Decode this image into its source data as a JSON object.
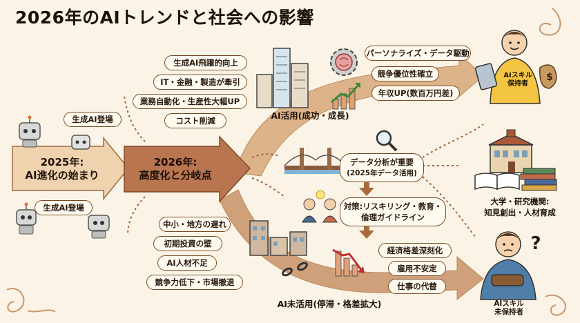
{
  "title": "2026年のAIトレンドと社会への影響",
  "arrow_2025": {
    "line1": "2025年:",
    "line2": "AI進化の始まり"
  },
  "arrow_2026": {
    "line1": "2026年:",
    "line2": "高度化と分岐点"
  },
  "robot_badges": [
    "生成AI登場",
    "生成AI登場"
  ],
  "drivers": [
    "生成AI飛躍的向上",
    "IT・金融・製造が牽引",
    "業務自動化・生産性大幅UP",
    "コスト削減"
  ],
  "success_label": "AI活用(成功・成長)",
  "success_effects": [
    "パーソナライズ・データ駆動",
    "競争優位性確立",
    "年収UP(数百万円差)"
  ],
  "skilled_person": {
    "line1": "AIスキル",
    "line2": "保持者",
    "bag_symbol": "$"
  },
  "center_data": {
    "line1": "データ分析が重要",
    "line2": "(2025年データ活用)"
  },
  "center_policy": {
    "line1": "対策:リスキリング・教育・",
    "line2": "倫理ガイドライン"
  },
  "university": {
    "line1": "大学・研究機関:",
    "line2": "知見創出・人材育成"
  },
  "barriers": [
    "中小・地方の遅れ",
    "初期投資の壁",
    "AI人材不足",
    "競争力低下・市場撤退"
  ],
  "failure_label": "AI未活用(停滞・格差拡大)",
  "failure_effects": [
    "経済格差深刻化",
    "雇用不安定",
    "仕事の代替"
  ],
  "unskilled_person": {
    "line1": "AIスキル",
    "line2": "未保持者",
    "symbol": "?"
  },
  "colors": {
    "background": "#fbf4e6",
    "arrow_upper": "#d9ad80",
    "arrow_lower": "#c99a72",
    "arrow_2026": "#b0704a",
    "border": "#7a4a24",
    "text": "#1e120a"
  }
}
